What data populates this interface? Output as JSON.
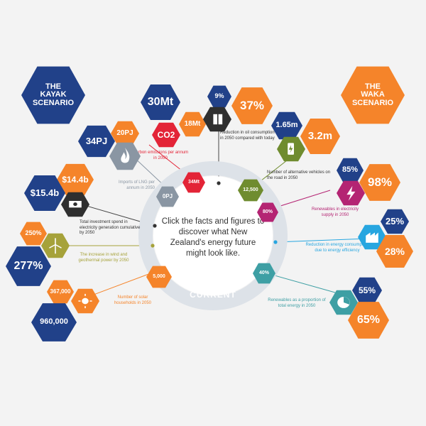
{
  "colors": {
    "navy": "#214189",
    "orange": "#f5842a",
    "dark": "#2f2f2f",
    "red": "#e32437",
    "green": "#6f8c2f",
    "teal": "#3e9fa4",
    "magenta": "#b42473",
    "olive": "#a6a23a",
    "gray": "#8a96a3",
    "blue": "#27a6e0",
    "ring": "#dde2e8"
  },
  "scenarios": {
    "kayak": "THE KAYAK SCENARIO",
    "waka": "THE WAKA SCENARIO"
  },
  "center": {
    "prompt": "Click the facts and figures to discover what New Zealand's energy future might look like.",
    "label": "CURRENT"
  },
  "facts": {
    "carbon": {
      "kayak": "30Mt",
      "waka": "18Mt",
      "icon": "CO2",
      "current": "34Mt",
      "caption": "Carbon emissions per annum in 2050",
      "color": "#e32437"
    },
    "oil": {
      "kayak": "9%",
      "waka": "37%",
      "icon": "oil-icon",
      "current": "",
      "caption": "Reduction in oil consumption in 2050 compared with today",
      "color": "#2f2f2f"
    },
    "vehicles": {
      "kayak": "1.65m",
      "waka": "3.2m",
      "icon": "charger-icon",
      "current": "12,500",
      "caption": "Number of alternative vehicles on the road in 2050",
      "color": "#6f8c2f"
    },
    "renewElec": {
      "kayak": "85%",
      "waka": "98%",
      "icon": "lightning-icon",
      "current": "80%",
      "caption": "Renewables in electricity supply in 2050",
      "color": "#b42473"
    },
    "efficiency": {
      "kayak": "25%",
      "waka": "28%",
      "icon": "factory-icon",
      "current": "",
      "caption": "Reduction in energy consumption due to energy efficiency",
      "color": "#27a6e0"
    },
    "renewTotal": {
      "kayak": "55%",
      "waka": "65%",
      "icon": "leaf-icon",
      "current": "40%",
      "caption": "Renewables as a proportion of total energy in 2050",
      "color": "#3e9fa4"
    },
    "solar": {
      "kayak": "960,000",
      "waka": "367,000",
      "icon": "sun-icon",
      "current": "5,000",
      "caption": "Number of solar households in 2050",
      "color": "#f5842a"
    },
    "wind": {
      "kayak": "277%",
      "waka": "250%",
      "icon": "turbine-icon",
      "current": "",
      "caption": "The increase in wind and geothermal power by 2050",
      "color": "#a6a23a"
    },
    "investment": {
      "kayak": "$15.4b",
      "waka": "$14.4b",
      "icon": "money-icon",
      "current": "",
      "caption": "Total investment spend in electricity generation cumulative by 2050",
      "color": "#2f2f2f"
    },
    "lng": {
      "kayak": "34PJ",
      "waka": "20PJ",
      "icon": "flame-icon",
      "current": "0PJ",
      "caption": "Imports of LNG per annum in 2050",
      "color": "#8a96a3"
    }
  }
}
